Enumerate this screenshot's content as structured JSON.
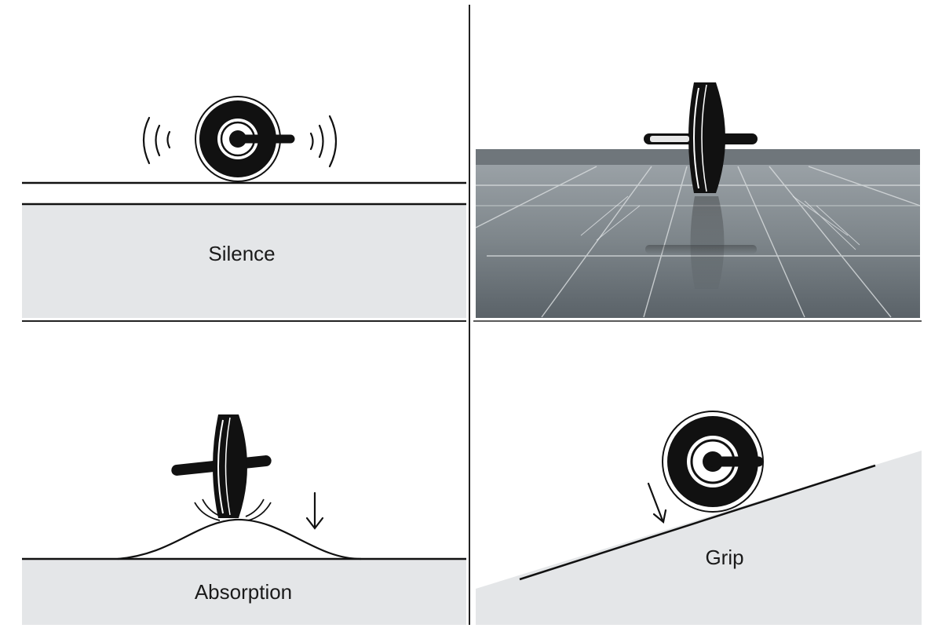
{
  "panels": [
    {
      "id": "silence",
      "label": "Silence"
    },
    {
      "id": "reflection",
      "label": ""
    },
    {
      "id": "absorption",
      "label": "Absorption"
    },
    {
      "id": "grip",
      "label": "Grip"
    }
  ],
  "colors": {
    "ink": "#111111",
    "surface_light": "#e3e5e7",
    "floor_top": "#8f979c",
    "floor_bottom": "#5d656b",
    "floor_edge": "#6f767b"
  },
  "icons": [
    "sound-wave-icon",
    "wheel-icon",
    "down-arrow-icon",
    "compression-lines-icon"
  ]
}
